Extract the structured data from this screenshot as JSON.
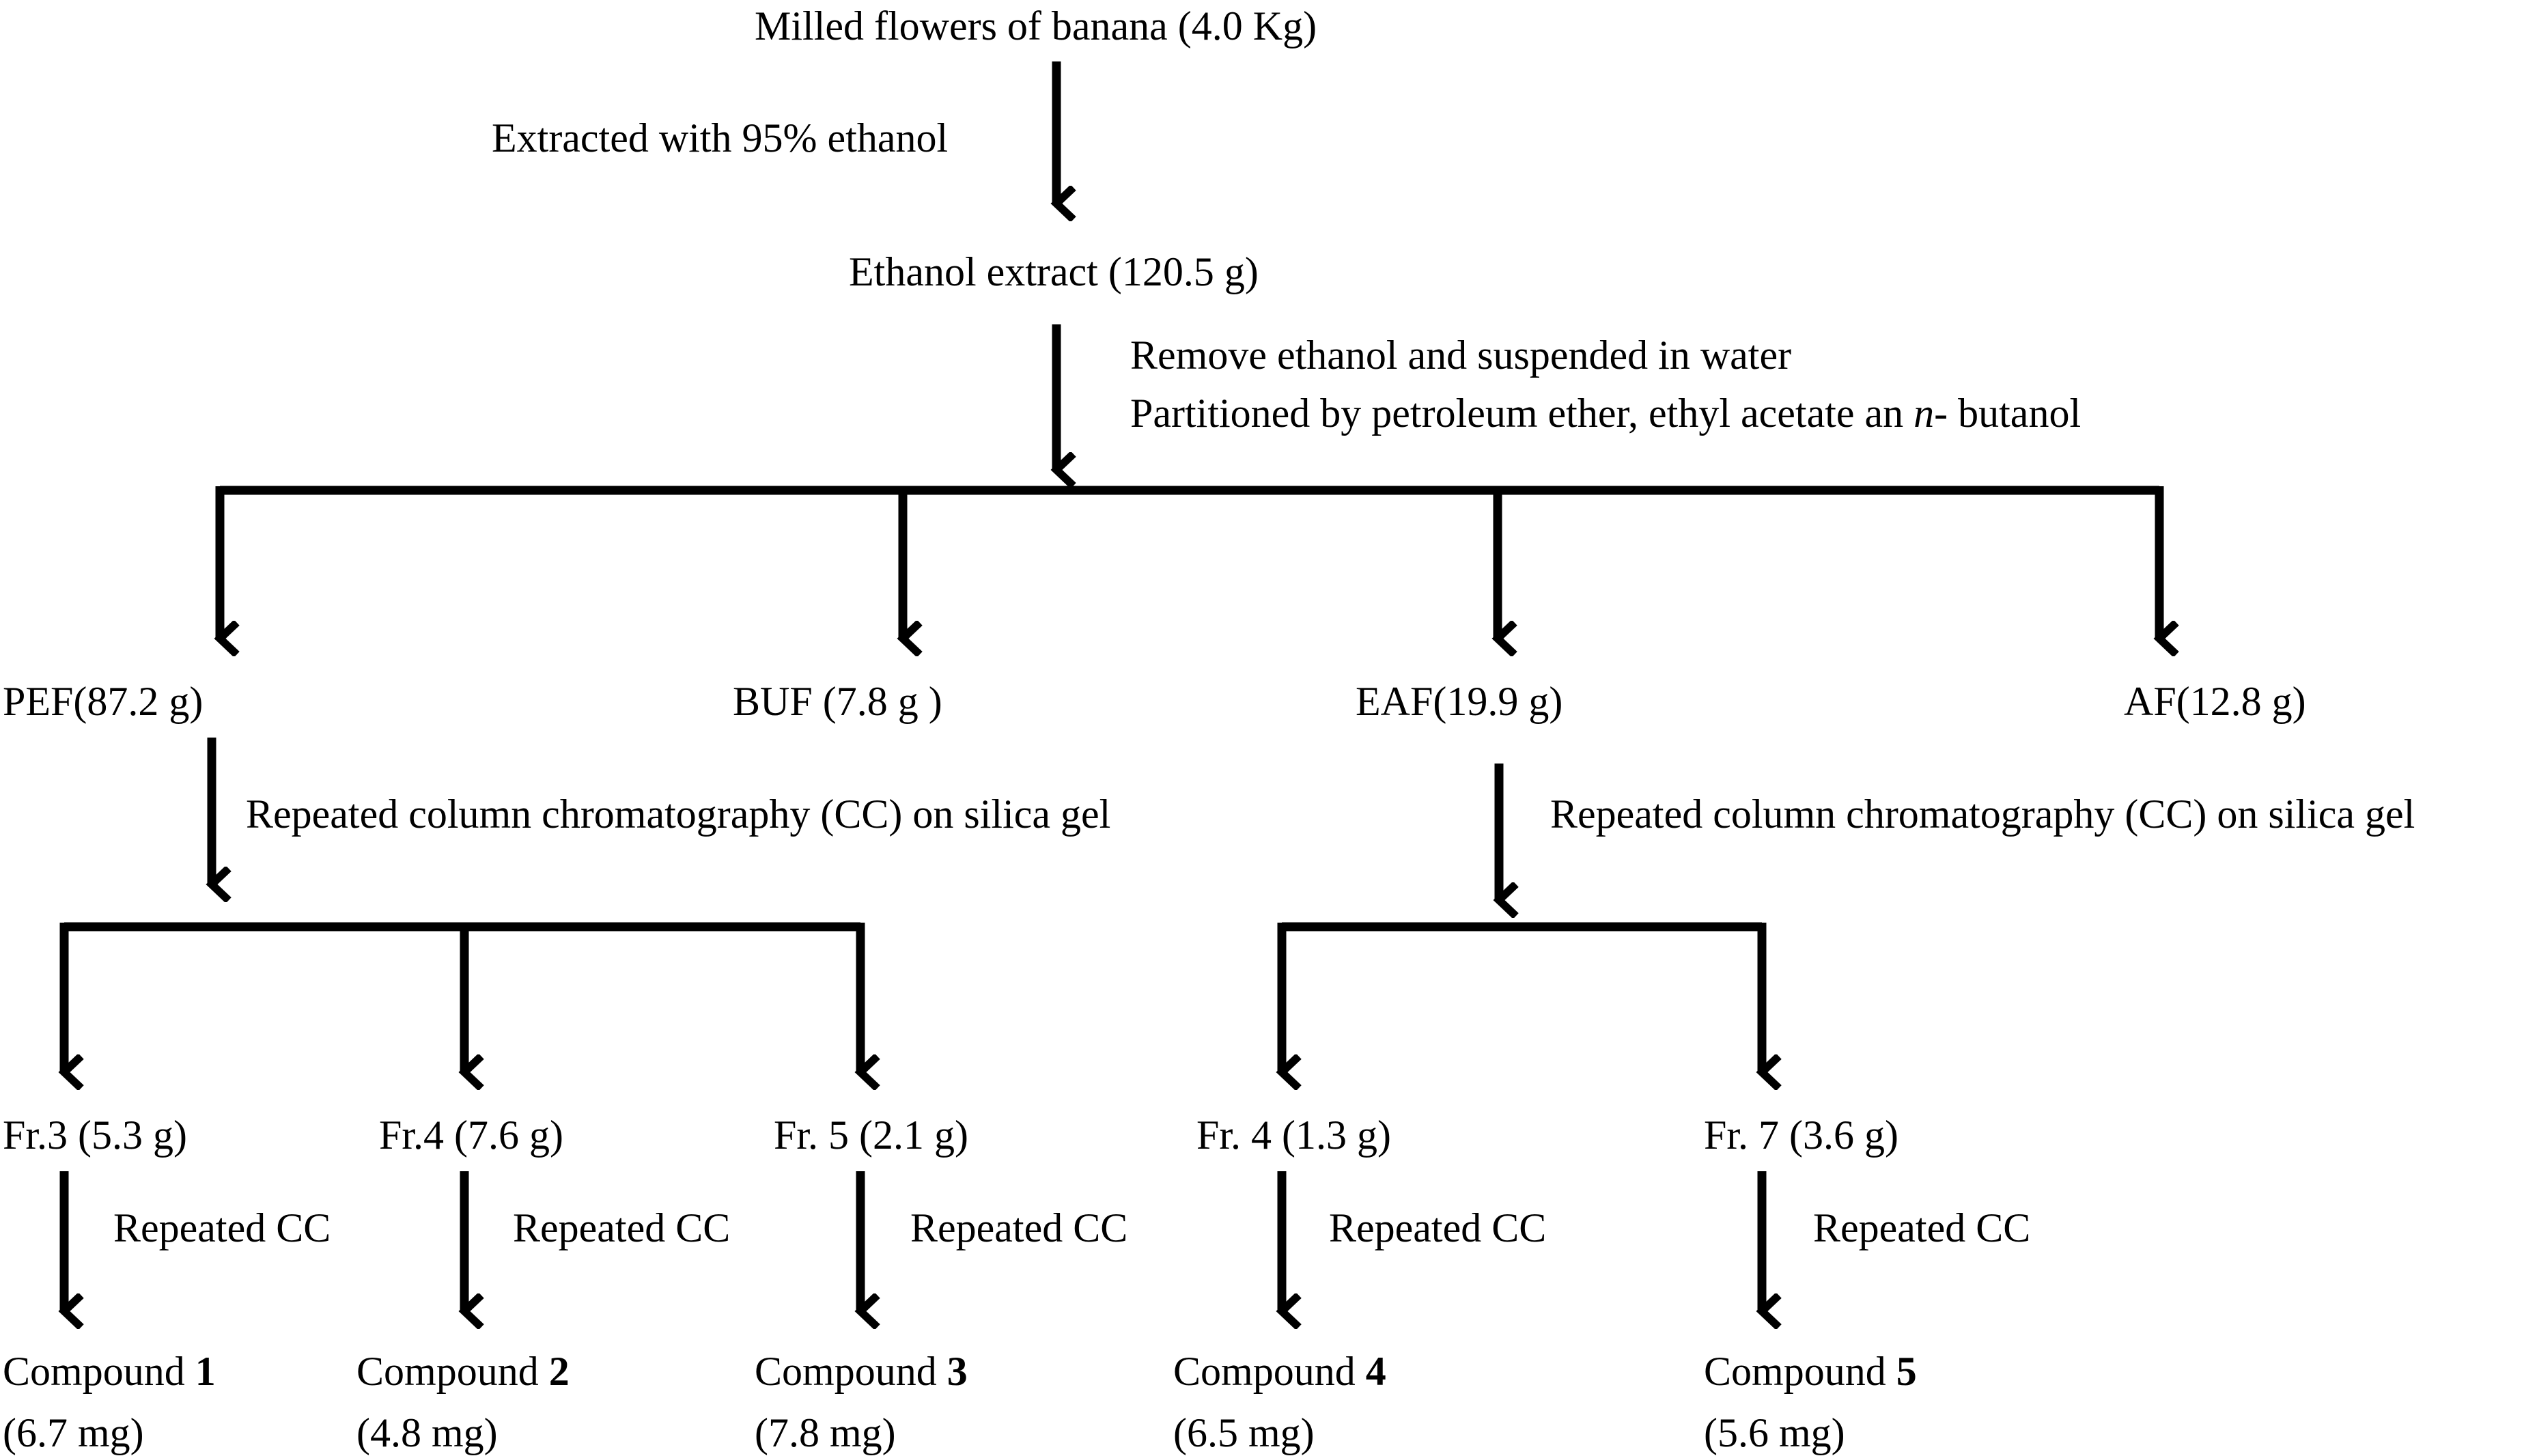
{
  "start": "Milled flowers of banana (4.0 Kg)",
  "step1": "Extracted with 95% ethanol",
  "extract": "Ethanol extract (120.5 g)",
  "step2": {
    "line1": "Remove ethanol and suspended in water",
    "line2_pre": "Partitioned by petroleum  ether, ethyl acetate an ",
    "line2_italic": "n-",
    "line2_post": " butanol"
  },
  "fractions": {
    "pef": "PEF(87.2 g)",
    "buf": "BUF (7.8 g )",
    "eaf": "EAF(19.9 g)",
    "af": "AF(12.8 g)"
  },
  "cc_label": "Repeated column chromatography (CC) on silica  gel",
  "subfractions": {
    "fr3": "Fr.3 (5.3  g)",
    "fr4": "Fr.4 (7.6 g)",
    "fr5": "Fr. 5 (2.1 g)",
    "efr4": "Fr. 4 (1.3 g)",
    "efr7": "Fr. 7 (3.6 g)"
  },
  "repeated_cc": "Repeated CC",
  "compound_word": "Compound",
  "compounds": [
    {
      "num": "1",
      "mass": "(6.7 mg)"
    },
    {
      "num": "2",
      "mass": "(4.8 mg)"
    },
    {
      "num": "3",
      "mass": "(7.8 mg)"
    },
    {
      "num": "4",
      "mass": "(6.5 mg)"
    },
    {
      "num": "5",
      "mass": "(5.6 mg)"
    }
  ],
  "colors": {
    "ink": "#000000",
    "background": "#ffffff"
  }
}
